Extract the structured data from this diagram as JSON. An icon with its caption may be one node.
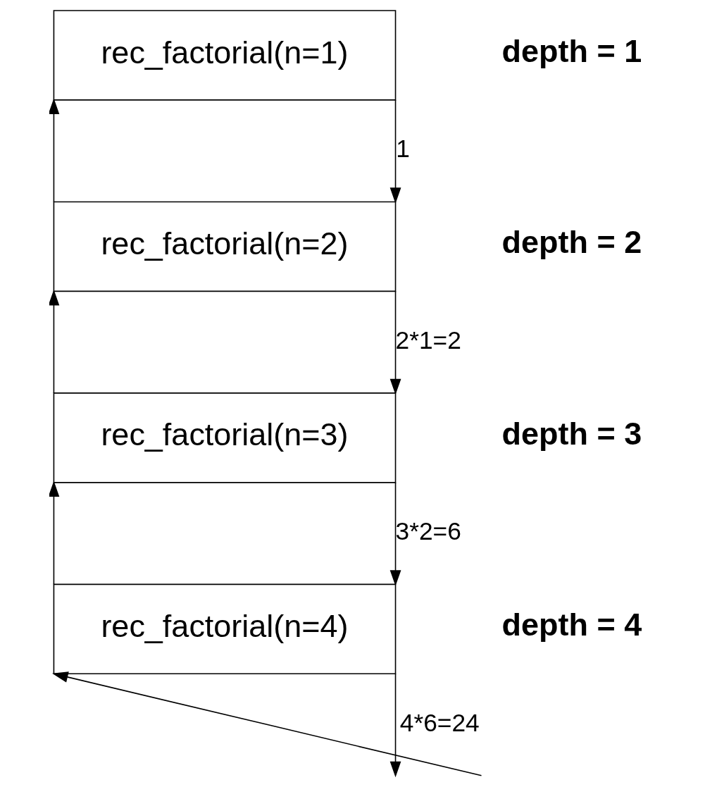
{
  "diagram": {
    "nodes": [
      {
        "text": [
          "rec_factorial(n=1)"
        ],
        "beside": [
          "depth = 1"
        ]
      },
      {
        "text": [
          "rec_factorial(n=2)"
        ],
        "beside": [
          "depth = 2"
        ]
      },
      {
        "text": [
          "rec_factorial(n=3)"
        ],
        "beside": [
          "depth = 3"
        ]
      },
      {
        "text": [
          "rec_factorial(n=4)"
        ],
        "beside": [
          "depth = 4"
        ]
      }
    ],
    "edges": [
      {
        "from": 1,
        "to": 0,
        "arrow": "to"
      },
      {
        "from": 0,
        "to": 1,
        "arrow": "to",
        "label": "1"
      },
      {
        "from": 2,
        "to": 1,
        "arrow": "to"
      },
      {
        "from": 1,
        "to": 2,
        "arrow": "to",
        "label": "2*1=2"
      },
      {
        "from": 3,
        "to": 2,
        "arrow": "to"
      },
      {
        "from": 2,
        "to": 3,
        "arrow": "to",
        "label": "3*2=6"
      },
      {
        "from": null,
        "to": 3,
        "arrow": "to"
      },
      {
        "from": 3,
        "to": null,
        "arrow": "to",
        "label": "4*6=24"
      }
    ]
  }
}
